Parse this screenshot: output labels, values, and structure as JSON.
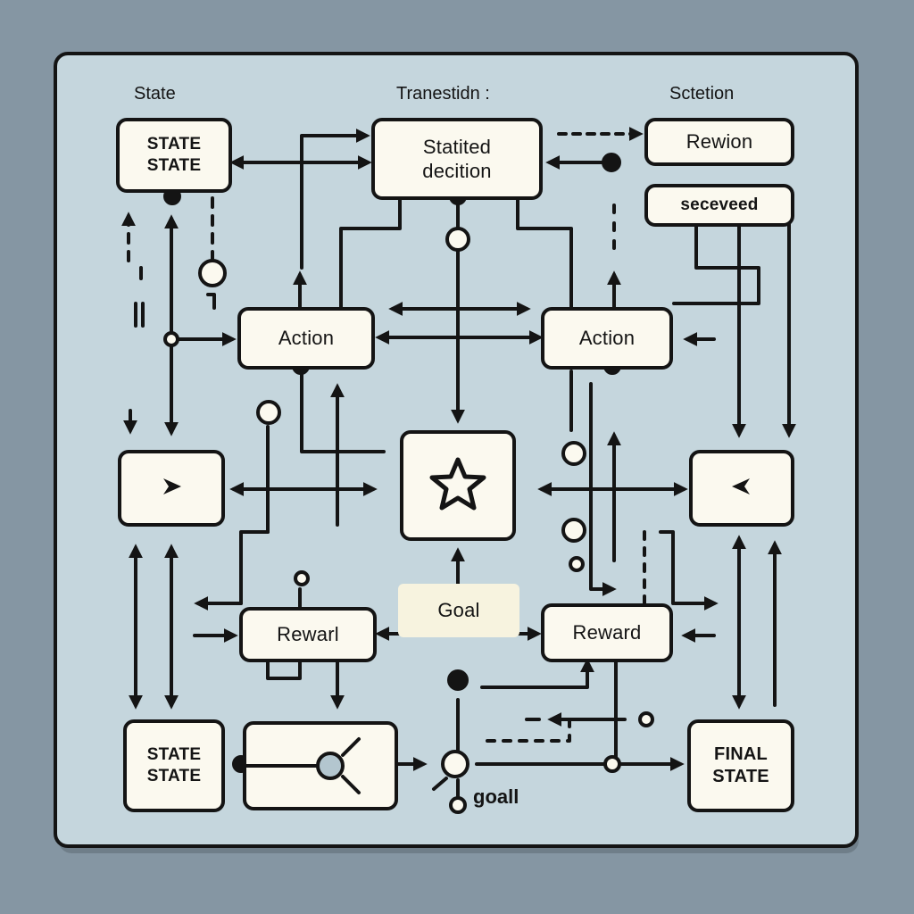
{
  "colors": {
    "outer_bg": "#8596a3",
    "panel_bg": "#c5d6dd",
    "node_fill": "#fbf9ef",
    "goal_label_fill": "#f7f3df",
    "ink": "#141414"
  },
  "headers": {
    "state": "State",
    "transition": "Tranestidn :",
    "section": "Sctetion"
  },
  "nodes": {
    "state_top": {
      "line1": "STATE",
      "line2": "STATE"
    },
    "decision": {
      "line1": "Statited",
      "line2": "decition"
    },
    "rewion": "Rewion",
    "seceveed": "seceveed",
    "action_left": "Action",
    "action_right": "Action",
    "play_icon": "play-icon",
    "star_icon": "star-icon",
    "back_icon": "back-icon",
    "goal_label": "Goal",
    "reward_left": "Rewarl",
    "reward_right": "Reward",
    "state_bottom": {
      "line1": "STATE",
      "line2": "STATE"
    },
    "final_state": {
      "line1": "FINAL",
      "line2": "STATE"
    },
    "goal_bottom": "goall"
  }
}
